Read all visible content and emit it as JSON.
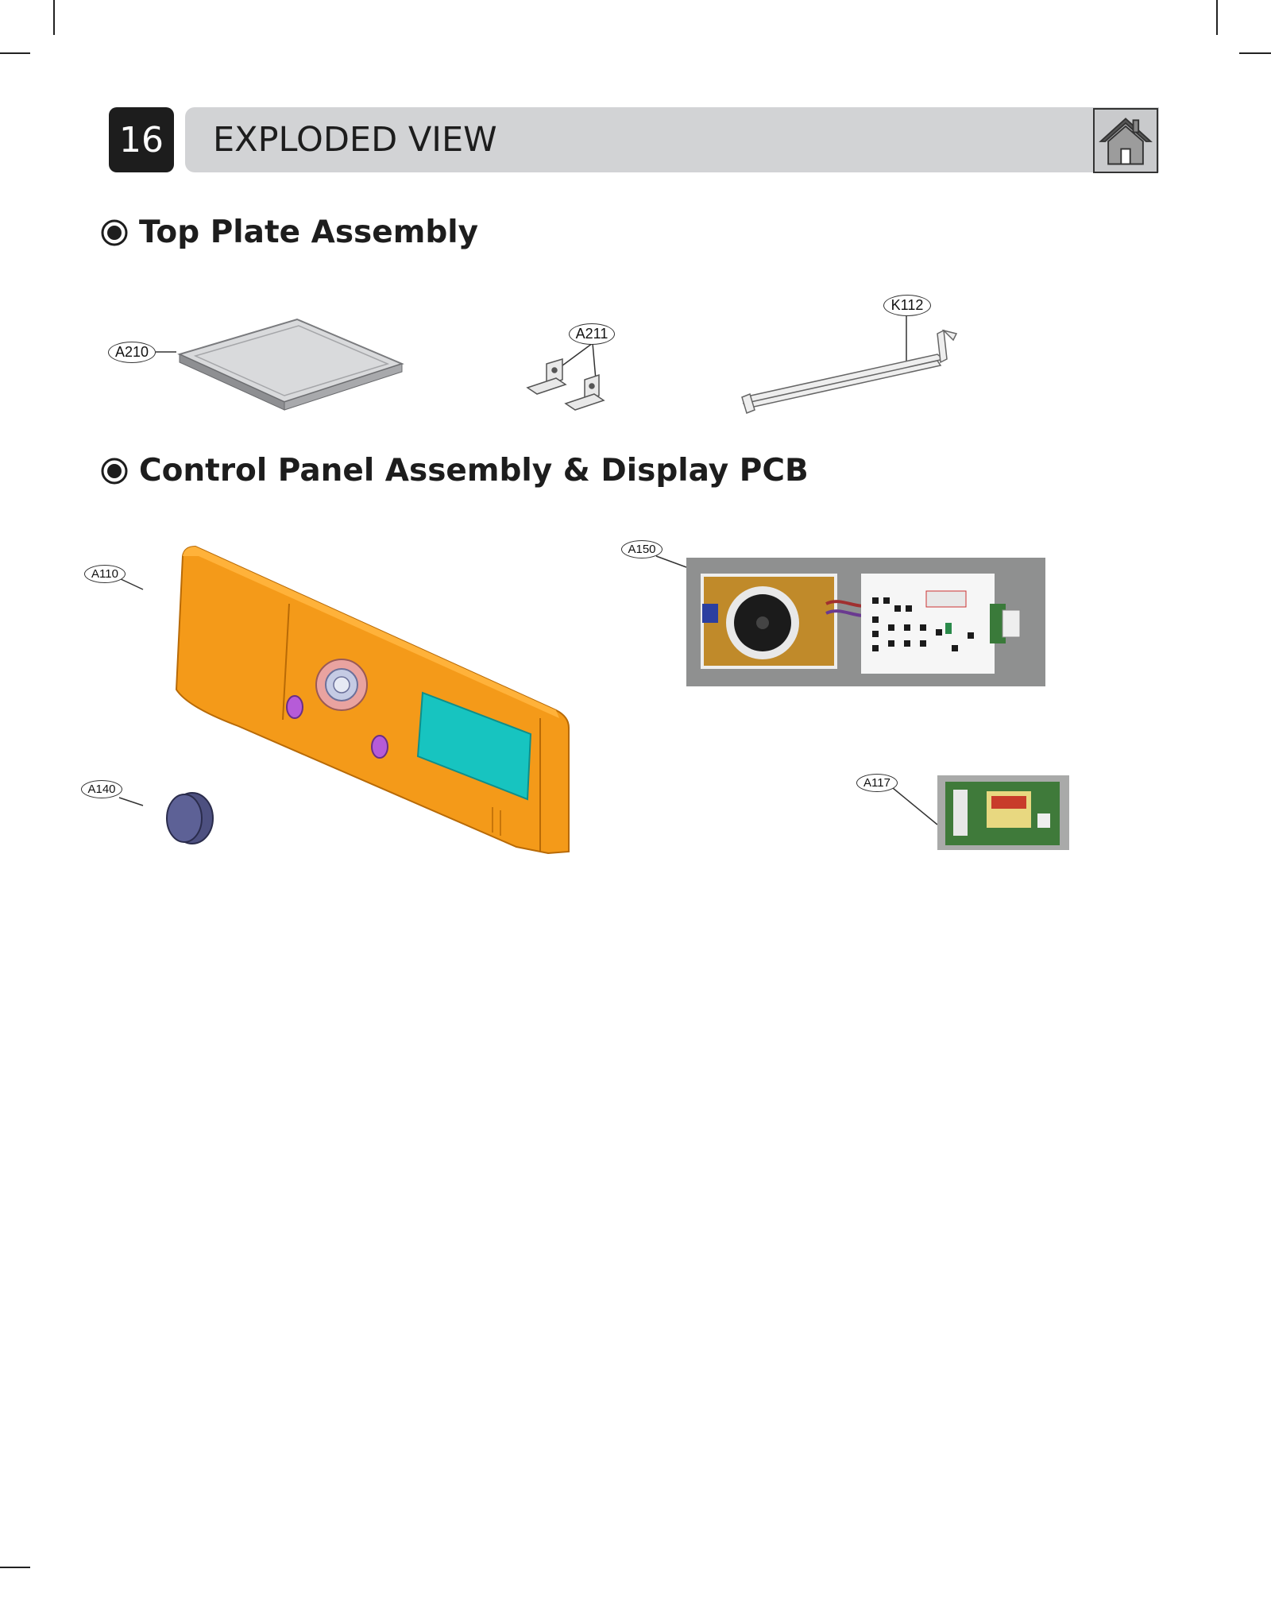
{
  "section": {
    "number": "16",
    "title": "EXPLODED VIEW"
  },
  "home_button": {
    "icon": "home-icon"
  },
  "headings": {
    "top_plate": "Top Plate Assembly",
    "control_panel": "Control Panel Assembly & Display PCB"
  },
  "parts": {
    "A210": "A210",
    "A211": "A211",
    "K112": "K112",
    "A110": "A110",
    "A140": "A140",
    "A150": "A150",
    "A117": "A117"
  },
  "colors": {
    "header_dark": "#1d1d1d",
    "header_bar": "#d2d3d5",
    "panel_orange": "#f49a19",
    "display_teal": "#17c4c0",
    "button_purple": "#a64bd0",
    "knob_blue": "#4d5080"
  }
}
